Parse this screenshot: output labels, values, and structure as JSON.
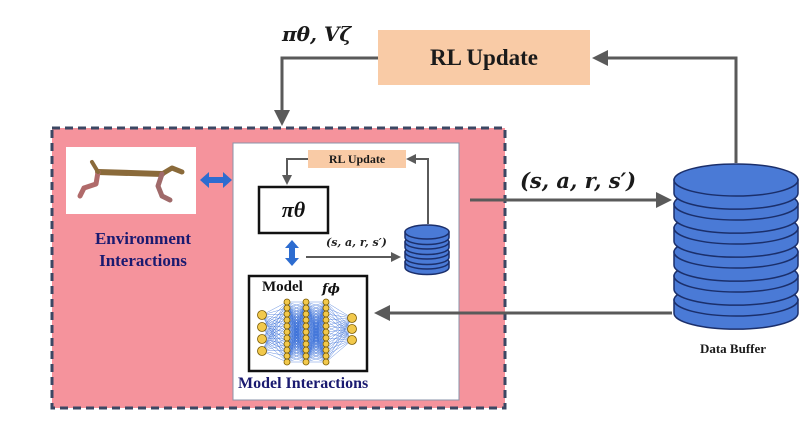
{
  "top": {
    "rl_update_label": "RL Update",
    "policy_value_label": "πθ, Vζ"
  },
  "env": {
    "label_line1": "Environment",
    "label_line2": "Interactions"
  },
  "inner": {
    "rl_update_label": "RL Update",
    "policy_label": "πθ",
    "transition_label": "(s, a, r, s′)",
    "model_label": "Model",
    "model_sub_label": "fϕ",
    "model_interactions_label": "Model Interactions"
  },
  "buffer": {
    "transition_label": "(s, a, r, s′)",
    "label": "Data Buffer"
  },
  "colors": {
    "rl_update_fill": "#f9cba6",
    "outer_panel_fill": "#f5939c",
    "outer_panel_border": "#3b4763",
    "database_fill": "#4a7ad6",
    "database_stroke": "#1b2f6b",
    "arrow_gray": "#5a5a5a",
    "bidirectional_arrow": "#2d6cd0",
    "label_navy": "#1a1a70",
    "neuron_fill": "#f2c94c",
    "connection_blue": "#3a6fd8"
  },
  "icons": {
    "robot": "half-cheetah-robot-icon",
    "database": "database-icon",
    "network": "neural-network-icon"
  }
}
